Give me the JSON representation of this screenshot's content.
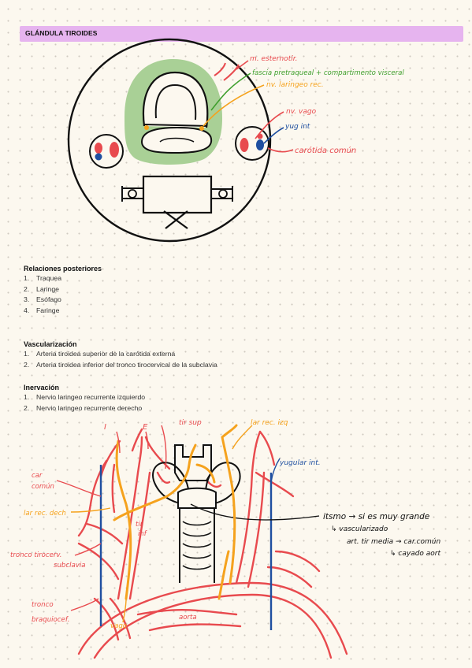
{
  "header": {
    "title": "GLÁNDULA TIROIDES"
  },
  "top_diagram": {
    "labels": {
      "m_esternotir": "m. esternotir.",
      "fascia": "fascia pretraqueal + compartimento visceral",
      "nv_laringeo": "nv. laringeo rec.",
      "nv_vago": "nv. vago",
      "yug_int": "yug int",
      "carotida": "carótida común"
    },
    "colors": {
      "red": "#e84a4e",
      "orange": "#f5a21d",
      "green": "#9fc88a",
      "green_text": "#3f9f2d",
      "blue": "#1f4fa0"
    }
  },
  "relaciones": {
    "title": "Relaciones posteriores",
    "items": [
      {
        "n": "1.",
        "text": "Traquea"
      },
      {
        "n": "2.",
        "text": "Laringe"
      },
      {
        "n": "3.",
        "text": "Esófago"
      },
      {
        "n": "4.",
        "text": "Faringe"
      }
    ]
  },
  "vascularizacion": {
    "title": "Vascularización",
    "items": [
      {
        "n": "1.",
        "text": "Arteria tiroidea superior de la carótida externa"
      },
      {
        "n": "2.",
        "text": "Arteria tiroidea inferior del tronco tirocervical de la subclavia"
      }
    ]
  },
  "inervacion": {
    "title": "Inervación",
    "items": [
      {
        "n": "1.",
        "text": "Nervio laringeo recurrente izquierdo"
      },
      {
        "n": "2.",
        "text": "Nervio laringeo recurrente derecho"
      }
    ]
  },
  "bottom_diagram": {
    "labels": {
      "I": "I",
      "E": "E",
      "tir_sup": "tir sup",
      "lar_rec_izq": "lar rec. izq",
      "yugular_int": "yugular int.",
      "car_comun": "car común",
      "lar_rec_dech": "lar rec. dech",
      "tir_inf": "tir inf",
      "tronco_tirocerv": "tronco tirocerv.",
      "subclavia": "subclavia",
      "tronco_braquiocef": "tronco braquiocef.",
      "vago": "vago",
      "aorta": "aorta"
    },
    "note": {
      "line1": "itsmo → si es muy grande",
      "line2": "↳ vascularizado",
      "line3": "art. tir media → car.común",
      "line4": "↳ cayado aort"
    }
  }
}
